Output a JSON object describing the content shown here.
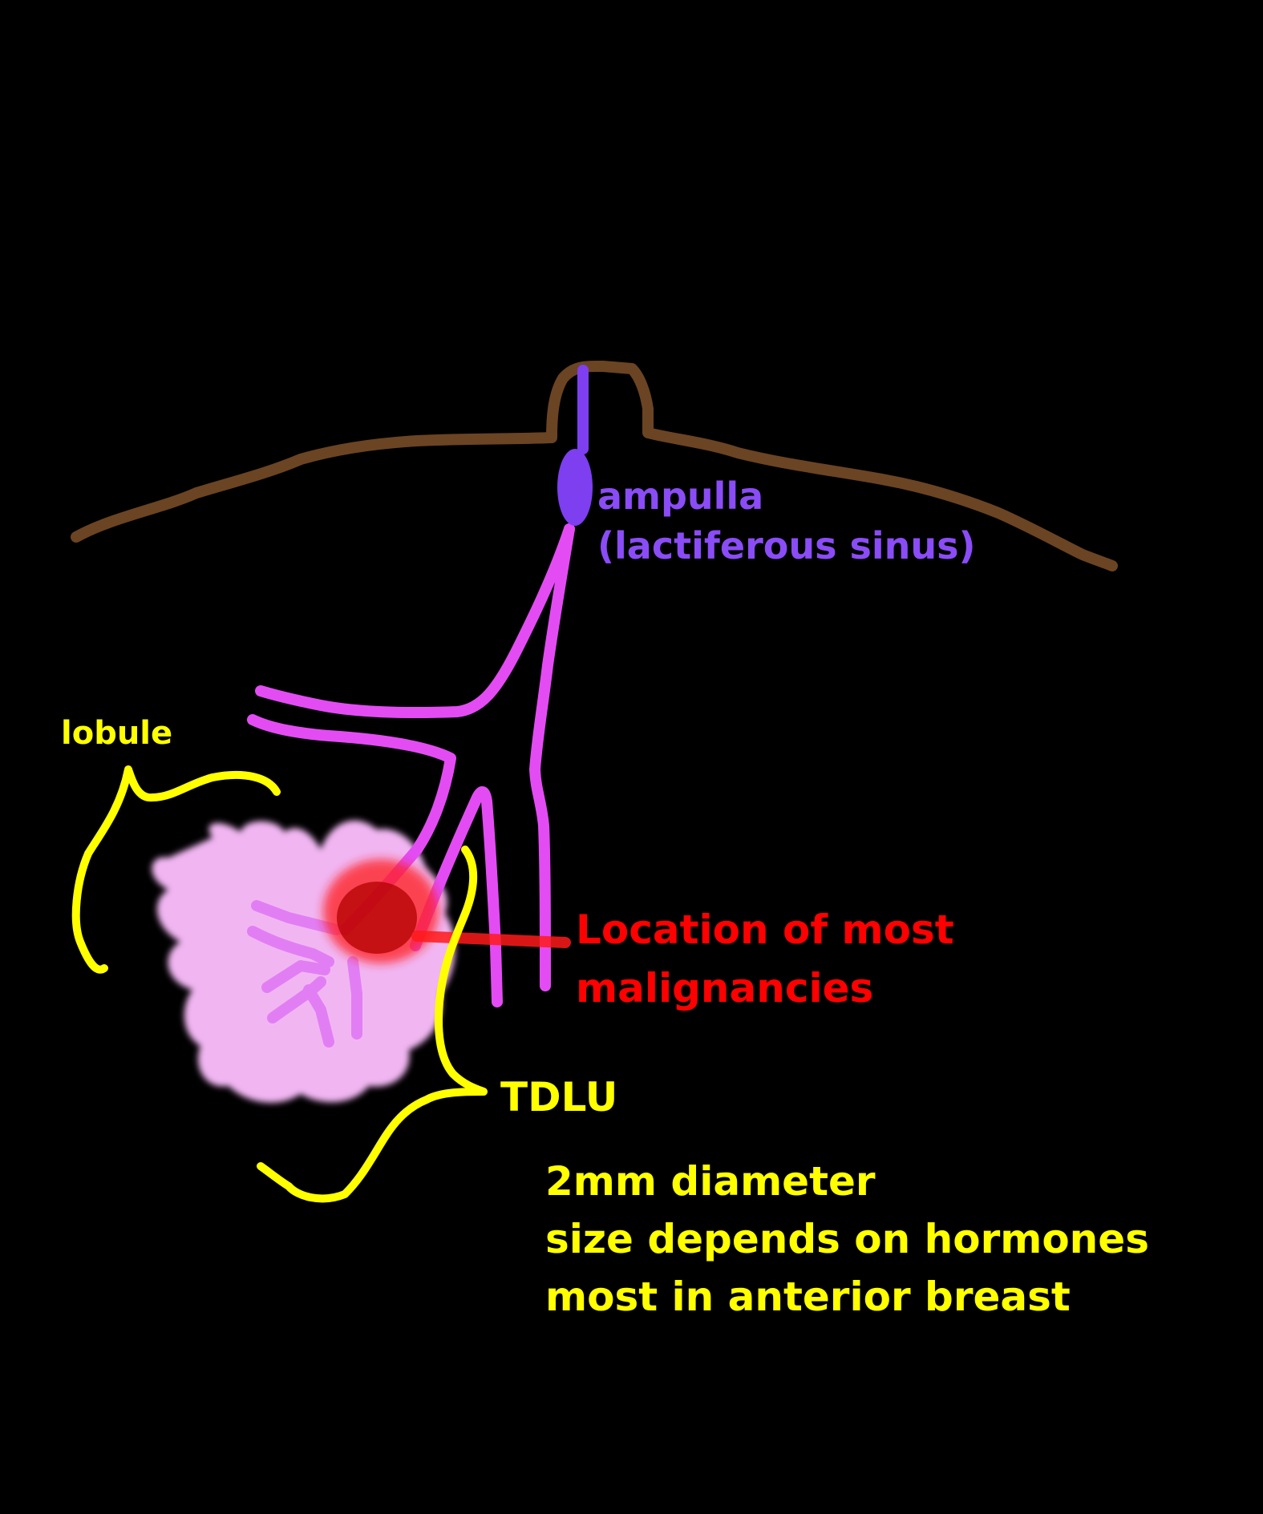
{
  "diagram": {
    "labels": {
      "ampulla": {
        "lines": [
          "ampulla",
          "(lactiferous sinus)"
        ]
      },
      "lobule": "lobule",
      "malignancy": {
        "lines": [
          "Location of most",
          "malignancies"
        ]
      },
      "tdlu": "TDLU",
      "tdlu_notes": [
        "2mm diameter",
        "size depends on hormones",
        "most in anterior breast"
      ]
    },
    "colors": {
      "background": "#000000",
      "skin": "#6b4423",
      "duct": "#e34cf3",
      "ampulla": "#7d3ff0",
      "ampulla_text": "#8a4cf6",
      "lobule_fill": "#f1b6f2",
      "ductules": "#e27ef3",
      "malignancy": "#ff1a1a",
      "malignancy_text": "#ff0000",
      "annotation": "#ffff00"
    }
  }
}
